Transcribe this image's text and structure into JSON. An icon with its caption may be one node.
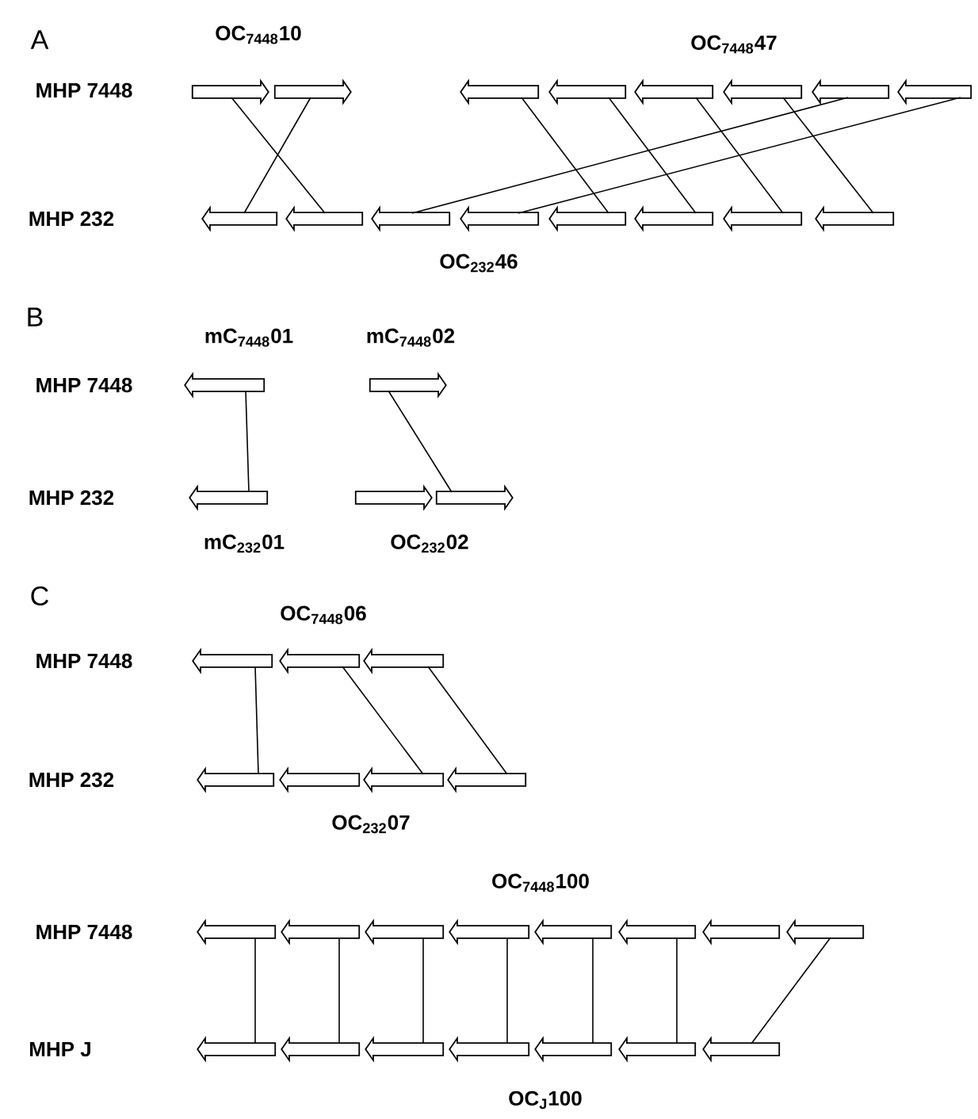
{
  "diagram": {
    "nodes": [
      {
        "text": [],
        "shape": "arrow"
      },
      {
        "text": [],
        "shape": "arrow"
      },
      {
        "text": [],
        "shape": "arrow"
      },
      {
        "text": [],
        "shape": "arrow"
      },
      {
        "text": [],
        "shape": "arrow"
      },
      {
        "text": [],
        "shape": "arrow"
      },
      {
        "text": [],
        "shape": "arrow"
      },
      {
        "text": [],
        "shape": "arrow"
      },
      {
        "text": [],
        "shape": "arrow"
      },
      {
        "text": [],
        "shape": "arrow"
      },
      {
        "text": [],
        "shape": "arrow"
      },
      {
        "text": [],
        "shape": "arrow"
      },
      {
        "text": [],
        "shape": "arrow"
      },
      {
        "text": [],
        "shape": "arrow"
      },
      {
        "text": [],
        "shape": "arrow"
      },
      {
        "text": [],
        "shape": "arrow"
      },
      {
        "text": [],
        "shape": "arrow"
      },
      {
        "text": [],
        "shape": "arrow"
      },
      {
        "text": [],
        "shape": "arrow"
      },
      {
        "text": [],
        "shape": "arrow"
      },
      {
        "text": [],
        "shape": "arrow"
      },
      {
        "text": [],
        "shape": "arrow"
      },
      {
        "text": [],
        "shape": "arrow"
      },
      {
        "text": [],
        "shape": "arrow"
      },
      {
        "text": [],
        "shape": "arrow"
      },
      {
        "text": [],
        "shape": "arrow"
      },
      {
        "text": [],
        "shape": "arrow"
      },
      {
        "text": [],
        "shape": "arrow"
      },
      {
        "text": [],
        "shape": "arrow"
      },
      {
        "text": [],
        "shape": "arrow"
      },
      {
        "text": [],
        "shape": "arrow"
      },
      {
        "text": [],
        "shape": "arrow"
      },
      {
        "text": [],
        "shape": "arrow"
      },
      {
        "text": [],
        "shape": "arrow"
      },
      {
        "text": [],
        "shape": "arrow"
      },
      {
        "text": [],
        "shape": "arrow"
      },
      {
        "text": [],
        "shape": "arrow"
      },
      {
        "text": [],
        "shape": "arrow"
      },
      {
        "text": [],
        "shape": "arrow"
      },
      {
        "text": [],
        "shape": "arrow"
      },
      {
        "text": [],
        "shape": "arrow"
      },
      {
        "text": [],
        "shape": "arrow"
      },
      {
        "text": [],
        "shape": "arrow"
      }
    ],
    "edges": [
      {
        "from": 0,
        "to": 9,
        "arrow": "none"
      },
      {
        "from": 1,
        "to": 8,
        "arrow": "none"
      },
      {
        "from": 2,
        "to": 12,
        "arrow": "none"
      },
      {
        "from": 3,
        "to": 13,
        "arrow": "none"
      },
      {
        "from": 4,
        "to": 14,
        "arrow": "none"
      },
      {
        "from": 5,
        "to": 15,
        "arrow": "none"
      },
      {
        "from": 6,
        "to": 10,
        "arrow": "none"
      },
      {
        "from": 7,
        "to": 11,
        "arrow": "none"
      },
      {
        "from": 16,
        "to": 18,
        "arrow": "none"
      },
      {
        "from": 17,
        "to": 20,
        "arrow": "none"
      },
      {
        "from": 21,
        "to": 24,
        "arrow": "none"
      },
      {
        "from": 22,
        "to": 26,
        "arrow": "none"
      },
      {
        "from": 23,
        "to": 27,
        "arrow": "none"
      },
      {
        "from": 28,
        "to": 36,
        "arrow": "none"
      },
      {
        "from": 29,
        "to": 37,
        "arrow": "none"
      },
      {
        "from": 30,
        "to": 38,
        "arrow": "none"
      },
      {
        "from": 31,
        "to": 39,
        "arrow": "none"
      },
      {
        "from": 32,
        "to": 40,
        "arrow": "none"
      },
      {
        "from": 33,
        "to": 41,
        "arrow": "none"
      },
      {
        "from": 35,
        "to": 42,
        "arrow": "none"
      }
    ],
    "labels": [
      "A",
      "OC$_{7448}$10",
      "OC$_{7448}$47",
      "MHP 7448",
      "MHP 232",
      "OC$_{232}$46",
      "B",
      "mC$_{7448}$01",
      "mC$_{7448}$02",
      "MHP 7448",
      "MHP 232",
      "mC$_{232}$01",
      "OC$_{232}$02",
      "C",
      "OC$_{7448}$06",
      "MHP 7448",
      "MHP 232",
      "OC$_{232}$07",
      "OC$_{7448}$100",
      "MHP 7448",
      "MHP J",
      "OC$_{J}$100"
    ]
  }
}
